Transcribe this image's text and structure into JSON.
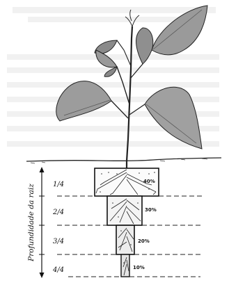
{
  "diagram": {
    "axis_label": "Profundidade da raiz",
    "depth_levels": [
      {
        "label": "1/4",
        "percent": "40%"
      },
      {
        "label": "2/4",
        "percent": "30%"
      },
      {
        "label": "3/4",
        "percent": "20%"
      },
      {
        "label": "4/4",
        "percent": "10%"
      }
    ]
  }
}
